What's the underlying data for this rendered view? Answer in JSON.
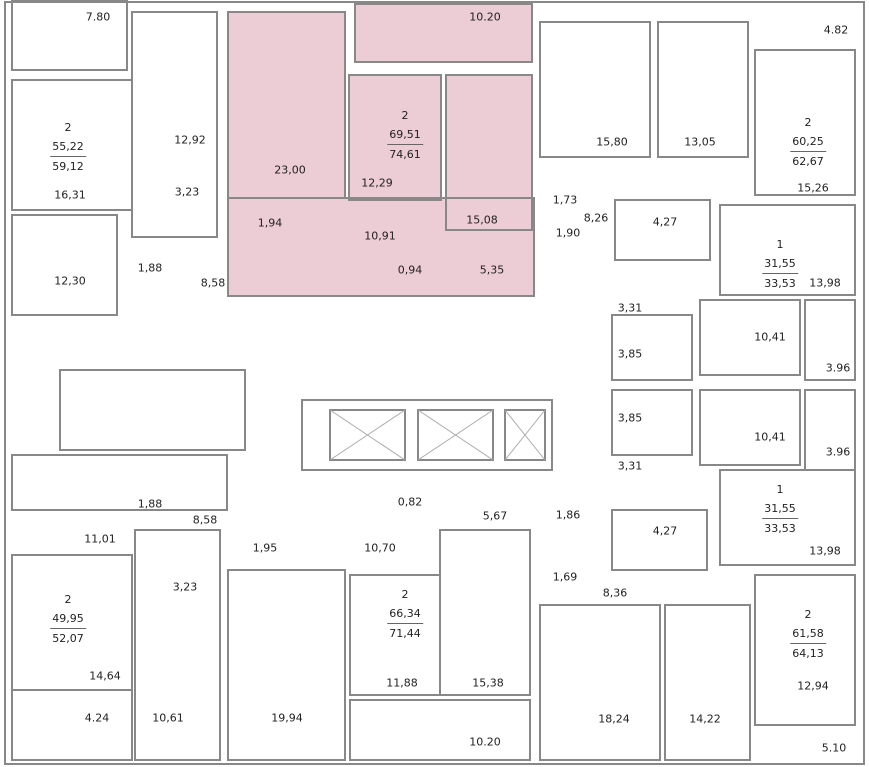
{
  "highlight_color": "#ecccd5",
  "apartments": [
    {
      "rooms": "2",
      "living": "55,22",
      "total": "59,12"
    },
    {
      "rooms": "2",
      "living": "69,51",
      "total": "74,61",
      "highlighted": true
    },
    {
      "rooms": "2",
      "living": "60,25",
      "total": "62,67"
    },
    {
      "rooms": "1",
      "living": "31,55",
      "total": "33,53"
    },
    {
      "rooms": "1",
      "living": "31,55",
      "total": "33,53"
    },
    {
      "rooms": "2",
      "living": "61,58",
      "total": "64,13"
    },
    {
      "rooms": "2",
      "living": "49,95",
      "total": "52,07"
    },
    {
      "rooms": "2",
      "living": "66,34",
      "total": "71,44"
    }
  ],
  "areas": [
    "7.80",
    "16,31",
    "12,92",
    "3,23",
    "12,30",
    "1,88",
    "8,58",
    "10.20",
    "23,00",
    "12,29",
    "1,94",
    "10,91",
    "15,08",
    "0,94",
    "5,35",
    "4.82",
    "15,80",
    "13,05",
    "15,26",
    "1,73",
    "8,26",
    "1,90",
    "4,27",
    "13,98",
    "3,31",
    "10,41",
    "3,85",
    "3.96",
    "3,85",
    "10,41",
    "3.96",
    "3,31",
    "13,98",
    "1,86",
    "4,27",
    "1,69",
    "8,36",
    "12,94",
    "14,22",
    "18,24",
    "5.10",
    "0,82",
    "5,67",
    "1,88",
    "8,58",
    "11,01",
    "1,95",
    "10,70",
    "3,23",
    "14,64",
    "11,88",
    "15,38",
    "4.24",
    "10,61",
    "19,94",
    "10.20"
  ]
}
